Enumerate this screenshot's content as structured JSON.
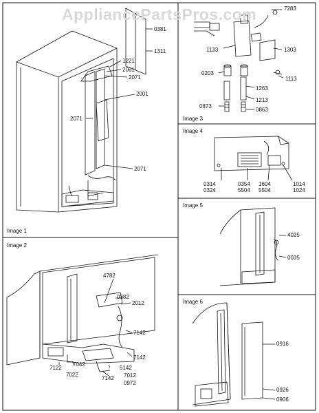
{
  "watermark": "AppliancePartsPros.com",
  "images": {
    "image1": {
      "title": "Image 1",
      "labels": {
        "l0381": "0381",
        "l1311": "1311",
        "l1221": "1221",
        "l2061": "2061",
        "l2071a": "2071",
        "l2001": "2001",
        "l2071b": "2071",
        "l2071c": "2071"
      }
    },
    "image2": {
      "title": "Image 2",
      "labels": {
        "l4782": "4782",
        "l0382": "0382",
        "l2012": "2012",
        "l7142a": "7142",
        "l7142b": "7142",
        "l7122": "7122",
        "l7042": "7042",
        "l5142": "5142",
        "l7022": "7022",
        "l7012": "7012",
        "l7142c": "7142",
        "l0972": "0972"
      }
    },
    "image3": {
      "title": "Image 3",
      "labels": {
        "l7283": "7283",
        "l1133": "1133",
        "l1303": "1303",
        "l0203": "0203",
        "l1113": "1113",
        "l1263": "1263",
        "l1213": "1213",
        "l0873": "0873",
        "l0863": "0863"
      }
    },
    "image4": {
      "title": "Image 4",
      "labels": {
        "l0314": "0314",
        "l0324": "0324",
        "l0354": "0354",
        "l5504": "5504",
        "l1604": "1604",
        "l5504b": "5504",
        "l1014": "1014",
        "l1024": "1024"
      }
    },
    "image5": {
      "title": "Image 5",
      "labels": {
        "l4025": "4025",
        "l0035": "0035"
      }
    },
    "image6": {
      "title": "Image 6",
      "labels": {
        "l0916": "0916",
        "l0926": "0926",
        "l0906": "0906"
      }
    }
  }
}
